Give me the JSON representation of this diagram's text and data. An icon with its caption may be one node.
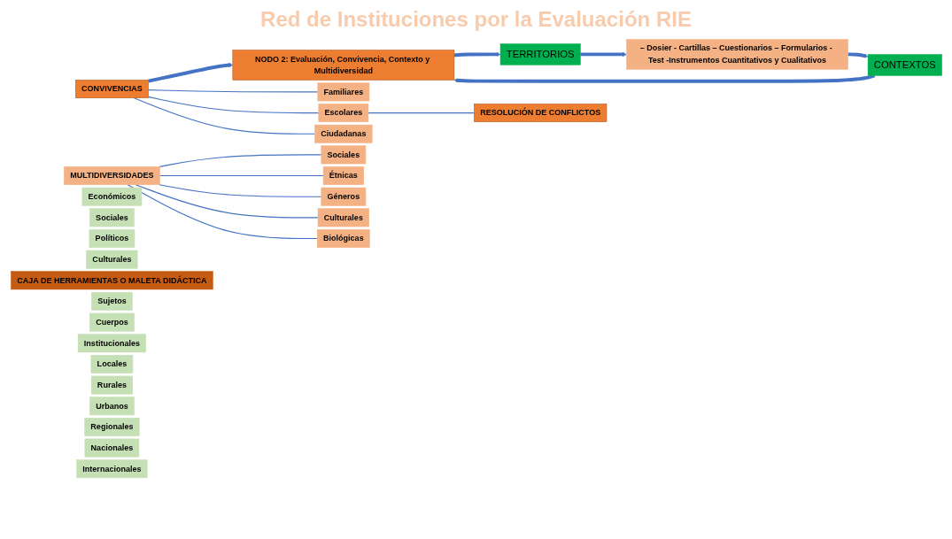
{
  "diagram": {
    "title": "Red de Instituciones por la Evaluación RIE",
    "nodes": [
      {
        "text": [
          "NODO 2: Evaluación, Convivencia, Contexto y Multidiversidad"
        ]
      },
      {
        "text": [
          "CONTEXTOS"
        ]
      },
      {
        "text": [
          "CONVIVENCIAS"
        ]
      },
      {
        "text": [
          "TERRITORIOS"
        ]
      },
      {
        "text": [
          "Económicos"
        ]
      },
      {
        "text": [
          "Sociales"
        ]
      },
      {
        "text": [
          "Políticos"
        ]
      },
      {
        "text": [
          "Culturales"
        ]
      },
      {
        "text": [
          "Familiares"
        ]
      },
      {
        "text": [
          "Escolares"
        ]
      },
      {
        "text": [
          "Ciudadanas"
        ]
      },
      {
        "text": [
          "RESOLUCIÓN DE CONFLICTOS"
        ]
      },
      {
        "text": [
          "MULTIDIVERSIDADES"
        ]
      },
      {
        "text": [
          "Sociales"
        ]
      },
      {
        "text": [
          "Étnicas"
        ]
      },
      {
        "text": [
          "Géneros"
        ]
      },
      {
        "text": [
          "Culturales"
        ]
      },
      {
        "text": [
          "Biológicas"
        ]
      },
      {
        "text": [
          "CAJA DE HERRAMIENTAS O MALETA DIDÁCTICA"
        ]
      },
      {
        "text": [
          "– Dosier - Cartillas – Cuestionarios – Formularios - Test -Instrumentos Cuantitativos y Cualitativos"
        ]
      },
      {
        "text": [
          "Sujetos"
        ]
      },
      {
        "text": [
          "Cuerpos"
        ]
      },
      {
        "text": [
          "Institucionales"
        ]
      },
      {
        "text": [
          "Locales"
        ]
      },
      {
        "text": [
          "Rurales"
        ]
      },
      {
        "text": [
          "Urbanos"
        ]
      },
      {
        "text": [
          "Regionales"
        ]
      },
      {
        "text": [
          "Nacionales"
        ]
      },
      {
        "text": [
          "Internacionales"
        ]
      }
    ],
    "edges": [
      {
        "from": 2,
        "to": 0,
        "arrow": "to",
        "style": "thick"
      },
      {
        "from": 2,
        "to": 8,
        "arrow": "none"
      },
      {
        "from": 2,
        "to": 9,
        "arrow": "none"
      },
      {
        "from": 2,
        "to": 10,
        "arrow": "none"
      },
      {
        "from": 9,
        "to": 11,
        "arrow": "none"
      },
      {
        "from": 12,
        "to": 13,
        "arrow": "none"
      },
      {
        "from": 12,
        "to": 14,
        "arrow": "none"
      },
      {
        "from": 12,
        "to": 15,
        "arrow": "none"
      },
      {
        "from": 12,
        "to": 16,
        "arrow": "none"
      },
      {
        "from": 12,
        "to": 17,
        "arrow": "none"
      },
      {
        "from": 1,
        "to": 0,
        "arrow": "to",
        "style": "thick"
      },
      {
        "from": 0,
        "to": 3,
        "arrow": "to",
        "style": "thick"
      },
      {
        "from": 3,
        "to": 19,
        "arrow": "to",
        "style": "thick"
      },
      {
        "from": 19,
        "to": 1,
        "arrow": "to",
        "style": "thick"
      }
    ]
  }
}
